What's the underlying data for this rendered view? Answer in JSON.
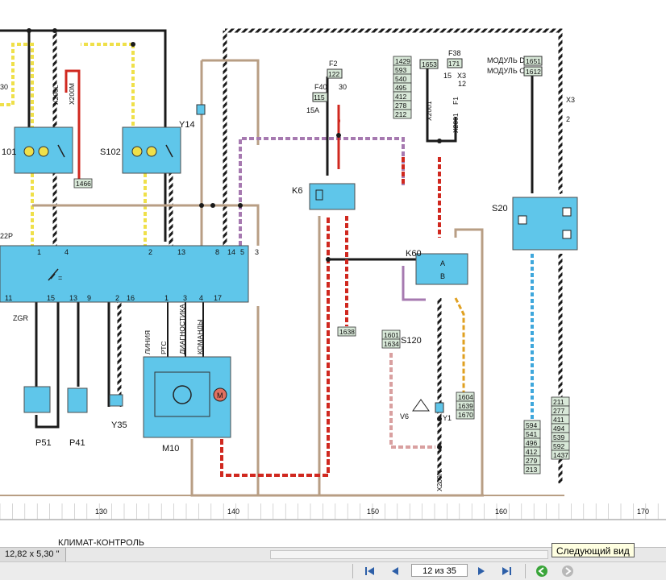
{
  "diagram": {
    "footer_caption": "КЛИМАТ-КОНТРОЛЬ",
    "components": {
      "s101": "101",
      "s102": "S102",
      "y14": "Y14",
      "k6": "K6",
      "k60": "K60",
      "s20": "S20",
      "s120": "S120",
      "p51": "P51",
      "p41": "P41",
      "y35": "Y35",
      "m10": "M10",
      "v6": "V6",
      "y1": "Y1",
      "zgr": "ZGR",
      "x22p": "22P"
    },
    "supply": {
      "f2": "F2",
      "f2_num": "122",
      "f2_30": "30",
      "f40": "F40",
      "f40_num": "115",
      "f40_amp": "15A",
      "f38": "F38",
      "f38_num": "171",
      "x3a": "X3",
      "x3a_15": "15",
      "x3a_12": "12",
      "module_d": "МОДУЛЬ D",
      "module_c": "МОДУЛЬ C",
      "module_d_num": "1651",
      "module_c_num": "1612",
      "x3b": "X3",
      "x3b_2": "2",
      "ref_1653": "1653",
      "wire_x2001": "X2001",
      "wire_x2001b": "X2001",
      "wire_f1": "F1",
      "wire_x200m": "X200M",
      "wire_x200l": "X200L",
      "wire_x200n": "X200N",
      "num_30_left": "30"
    },
    "ref_stack_left": [
      "1429",
      "593",
      "540",
      "495",
      "412",
      "278",
      "212"
    ],
    "ref_1466": "1466",
    "ref_1638": "1638",
    "ref_s120": [
      "1601",
      "1634"
    ],
    "ref_y1": [
      "1604",
      "1639",
      "1670"
    ],
    "ref_bottom_a": [
      "594",
      "541",
      "496",
      "412",
      "279",
      "213"
    ],
    "ref_bottom_b": [
      "211",
      "277",
      "411",
      "494",
      "539",
      "592",
      "1437"
    ],
    "m10_labels": [
      "ЛИНИЯ",
      "РТС",
      "ДИАГНОСТИКА",
      "КОМАНДЫ"
    ],
    "connector_pins_top": [
      "1",
      "4",
      "2",
      "13",
      "8",
      "14",
      "5",
      "3"
    ],
    "connector_pins_bottom": [
      "11",
      "15",
      "13",
      "9",
      "2",
      "16",
      "1",
      "3",
      "4",
      "17"
    ],
    "ruler_labels": [
      "130",
      "140",
      "150",
      "160",
      "170"
    ]
  },
  "statusbar": {
    "coords": "12,82 x 5,30 \""
  },
  "navigation": {
    "page_indicator": "12 из 35",
    "tooltip": "Следующий вид"
  },
  "colors": {
    "box_fill": "#5fc6ea",
    "box_border": "#4c4c4c",
    "wire_black": "#1a1a1a",
    "wire_tan": "#b89e84",
    "wire_red": "#d0281f",
    "wire_yellow": "#efe04a",
    "wire_purple": "#a679b0",
    "wire_blue": "#3fa7dc",
    "ref_fill": "#d8e8d8"
  }
}
